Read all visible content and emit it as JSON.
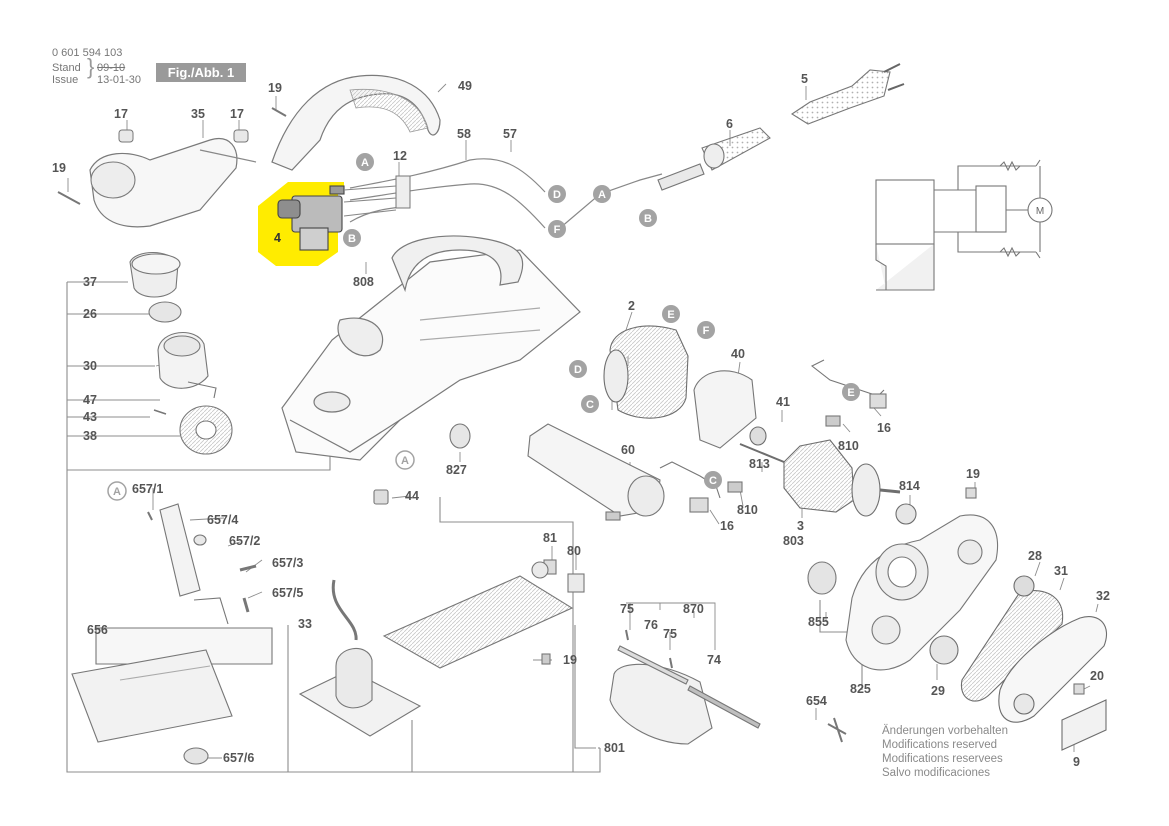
{
  "header": {
    "part_number": "0 601 594 103",
    "stand_label": "Stand",
    "issue_label": "Issue",
    "old_date": "09-10",
    "issue_date": "13-01-30",
    "figure_label": "Fig./Abb. 1"
  },
  "notes": [
    "Änderungen vorbehalten",
    "Modifications reserved",
    "Modifications reservees",
    "Salvo modificaciones"
  ],
  "highlight_color": "#ffec00",
  "callout_color": "#a3a3a3",
  "labels": {
    "l19a": "19",
    "l49": "49",
    "l5": "5",
    "l17a": "17",
    "l35": "35",
    "l17b": "17",
    "l58": "58",
    "l57": "57",
    "l6": "6",
    "l12": "12",
    "l19b": "19",
    "l4": "4",
    "l808": "808",
    "l37": "37",
    "l26": "26",
    "l30": "30",
    "l47": "47",
    "l43": "43",
    "l38": "38",
    "l2": "2",
    "l40": "40",
    "l41": "41",
    "l16a": "16",
    "l810a": "810",
    "l827": "827",
    "l60": "60",
    "l813": "813",
    "l810b": "810",
    "l16b": "16",
    "l3": "3",
    "l803": "803",
    "l814": "814",
    "l19c": "19",
    "l44": "44",
    "l657_1": "657/1",
    "l657_4": "657/4",
    "l657_2": "657/2",
    "l657_3": "657/3",
    "l657_5": "657/5",
    "l656": "656",
    "l657_6": "657/6",
    "l33": "33",
    "l81": "81",
    "l80": "80",
    "l19d": "19",
    "l75a": "75",
    "l870": "870",
    "l76": "76",
    "l75b": "75",
    "l74": "74",
    "l801": "801",
    "l855": "855",
    "l825": "825",
    "l28": "28",
    "l31": "31",
    "l32": "32",
    "l29": "29",
    "l20": "20",
    "l654": "654",
    "l9": "9"
  },
  "callouts": {
    "cA1": "A",
    "cB1": "B",
    "cD1": "D",
    "cF1": "F",
    "cA2": "A",
    "cB2": "B",
    "cE1": "E",
    "cF2": "F",
    "cD2": "D",
    "cC1": "C",
    "cE2": "E",
    "cA3": "A",
    "cC2": "C",
    "cA4": "A"
  },
  "motor_symbol": "M"
}
